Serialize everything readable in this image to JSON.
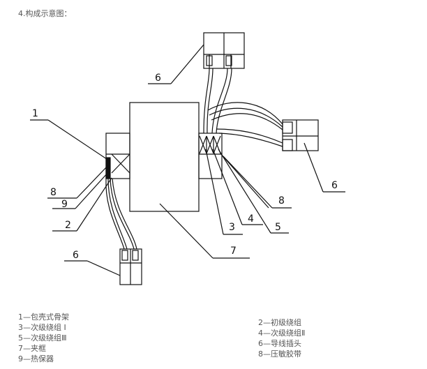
{
  "heading": "4.构成示意图：",
  "callouts": {
    "plug_top": "6",
    "plug_right": "6",
    "plug_bottom": "6",
    "item_1": "1",
    "item_8_left": "8",
    "item_9": "9",
    "item_2": "2",
    "item_3": "3",
    "item_4": "4",
    "item_5": "5",
    "item_7": "7",
    "item_8_right": "8"
  },
  "legend_left": [
    "1—包壳式骨架",
    "3—次级绕组 Ⅰ",
    "5—次级绕组Ⅲ",
    "7—夹框",
    "9—热保器"
  ],
  "legend_right": [
    "2—初级绕组",
    "4—次级绕组Ⅱ",
    "6—导线插头",
    "8—压敏胶带"
  ]
}
